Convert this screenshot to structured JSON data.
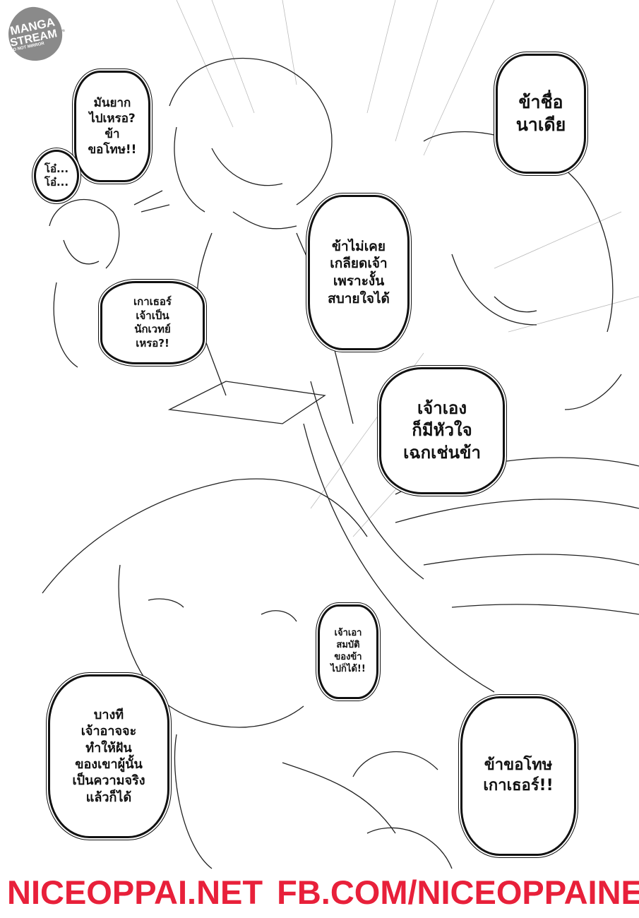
{
  "watermark": {
    "line1": "MANGA",
    "line2": "STREAM",
    "suffix": ".com",
    "note": "DO NOT MIRROR"
  },
  "bubbles": {
    "b1": [
      "มันยาก",
      "ไปเหรอ?",
      "ข้า",
      "ขอโทษ!!"
    ],
    "b2": [
      "โอ๋...",
      "โอ๋..."
    ],
    "b3": [
      "เกาเธอร์",
      "เจ้าเป็น",
      "นักเวทย์",
      "เหรอ?!"
    ],
    "b4": [
      "ข้าชื่อ",
      "นาเดีย"
    ],
    "b5": [
      "ข้าไม่เคย",
      "เกลียดเจ้า",
      "เพราะงั้น",
      "สบายใจได้"
    ],
    "b6": [
      "เจ้าเอง",
      "ก็มีหัวใจ",
      "เฉกเช่นข้า"
    ],
    "b7": [
      "เจ้าเอา",
      "สมบัติ",
      "ของข้า",
      "ไปก็ได้!!"
    ],
    "b8": [
      "บางที",
      "เจ้าอาจจะ",
      "ทำให้ฝัน",
      "ของเขาผู้นั้น",
      "เป็นความจริง",
      "แล้วก็ได้"
    ],
    "b9": [
      "ข้าขอโทษ",
      "เกาเธอร์!!"
    ]
  },
  "footer": {
    "site": "NICEOPPAI.NET",
    "fb": "FB.COM/NICEOPPAINET",
    "color": "#e8203a"
  }
}
